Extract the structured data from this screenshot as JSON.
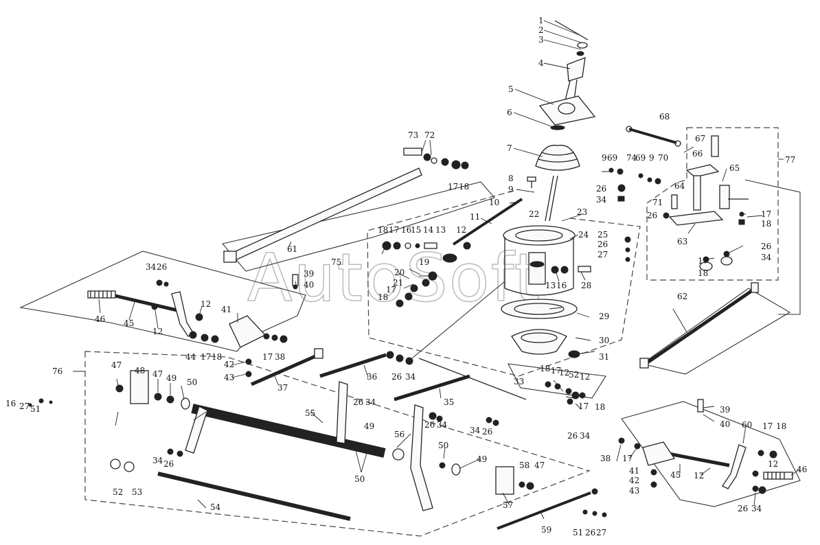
{
  "watermark": "AutoSoft",
  "group_labels": {
    "g75": "75",
    "g76": "76",
    "g77": "77"
  },
  "callouts": [
    {
      "id": "c1",
      "text": "1"
    },
    {
      "id": "c2",
      "text": "2"
    },
    {
      "id": "c3",
      "text": "3"
    },
    {
      "id": "c4",
      "text": "4"
    },
    {
      "id": "c5",
      "text": "5"
    },
    {
      "id": "c6",
      "text": "6"
    },
    {
      "id": "c7",
      "text": "7"
    },
    {
      "id": "c8",
      "text": "8"
    },
    {
      "id": "c9",
      "text": "9"
    },
    {
      "id": "c10",
      "text": "10"
    },
    {
      "id": "c11",
      "text": "11"
    },
    {
      "id": "c12a",
      "text": "12"
    },
    {
      "id": "c13a",
      "text": "13"
    },
    {
      "id": "c14",
      "text": "14"
    },
    {
      "id": "c15",
      "text": "15"
    },
    {
      "id": "c16a",
      "text": "16"
    },
    {
      "id": "c17a",
      "text": "17"
    },
    {
      "id": "c18a",
      "text": "18"
    },
    {
      "id": "c19",
      "text": "19"
    },
    {
      "id": "c20",
      "text": "20"
    },
    {
      "id": "c21",
      "text": "21"
    },
    {
      "id": "c18b",
      "text": "18"
    },
    {
      "id": "c17b",
      "text": "17"
    },
    {
      "id": "c22",
      "text": "22"
    },
    {
      "id": "c23",
      "text": "23"
    },
    {
      "id": "c24",
      "text": "24"
    },
    {
      "id": "c25",
      "text": "25"
    },
    {
      "id": "c26a",
      "text": "26"
    },
    {
      "id": "c27a",
      "text": "27"
    },
    {
      "id": "c13b",
      "text": "13"
    },
    {
      "id": "c16b",
      "text": "16"
    },
    {
      "id": "c28",
      "text": "28"
    },
    {
      "id": "c29",
      "text": "29"
    },
    {
      "id": "c30",
      "text": "30"
    },
    {
      "id": "c31",
      "text": "31"
    },
    {
      "id": "c68",
      "text": "68"
    },
    {
      "id": "c67",
      "text": "67"
    },
    {
      "id": "c66",
      "text": "66"
    },
    {
      "id": "c65",
      "text": "65"
    },
    {
      "id": "c9b",
      "text": "9"
    },
    {
      "id": "c69a",
      "text": "69"
    },
    {
      "id": "c74",
      "text": "74"
    },
    {
      "id": "c69b",
      "text": "69"
    },
    {
      "id": "c9c",
      "text": "9"
    },
    {
      "id": "c70",
      "text": "70"
    },
    {
      "id": "c26b",
      "text": "26"
    },
    {
      "id": "c34a",
      "text": "34"
    },
    {
      "id": "c64",
      "text": "64"
    },
    {
      "id": "c71",
      "text": "71"
    },
    {
      "id": "c26c",
      "text": "26"
    },
    {
      "id": "c17c",
      "text": "17"
    },
    {
      "id": "c18c",
      "text": "18"
    },
    {
      "id": "c63",
      "text": "63"
    },
    {
      "id": "c26d",
      "text": "26"
    },
    {
      "id": "c17d",
      "text": "17"
    },
    {
      "id": "c34b",
      "text": "34"
    },
    {
      "id": "c18d",
      "text": "18"
    },
    {
      "id": "c73",
      "text": "73"
    },
    {
      "id": "c72",
      "text": "72"
    },
    {
      "id": "c17e",
      "text": "17"
    },
    {
      "id": "c18e",
      "text": "18"
    },
    {
      "id": "c61",
      "text": "61"
    },
    {
      "id": "c34c",
      "text": "34"
    },
    {
      "id": "c26e",
      "text": "26"
    },
    {
      "id": "c39a",
      "text": "39"
    },
    {
      "id": "c40a",
      "text": "40"
    },
    {
      "id": "c46a",
      "text": "46"
    },
    {
      "id": "c45a",
      "text": "45"
    },
    {
      "id": "c12b",
      "text": "12"
    },
    {
      "id": "c12c",
      "text": "12"
    },
    {
      "id": "c41a",
      "text": "41"
    },
    {
      "id": "c44",
      "text": "44"
    },
    {
      "id": "c17f",
      "text": "17"
    },
    {
      "id": "c18f",
      "text": "18"
    },
    {
      "id": "c17g",
      "text": "17"
    },
    {
      "id": "c38a",
      "text": "38"
    },
    {
      "id": "c42a",
      "text": "42"
    },
    {
      "id": "c43a",
      "text": "43"
    },
    {
      "id": "c37",
      "text": "37"
    },
    {
      "id": "c36",
      "text": "36"
    },
    {
      "id": "c26f",
      "text": "26"
    },
    {
      "id": "c34d",
      "text": "34"
    },
    {
      "id": "c62",
      "text": "62"
    },
    {
      "id": "c33",
      "text": "33"
    },
    {
      "id": "c18g",
      "text": "18"
    },
    {
      "id": "c17h",
      "text": "17"
    },
    {
      "id": "c12d",
      "text": "12"
    },
    {
      "id": "c52a",
      "text": "52"
    },
    {
      "id": "c12e",
      "text": "12"
    },
    {
      "id": "c17i",
      "text": "17"
    },
    {
      "id": "c18h",
      "text": "18"
    },
    {
      "id": "c26g",
      "text": "26"
    },
    {
      "id": "c34e",
      "text": "34"
    },
    {
      "id": "c35",
      "text": "35"
    },
    {
      "id": "c26h",
      "text": "26"
    },
    {
      "id": "c34f",
      "text": "34"
    },
    {
      "id": "c26i",
      "text": "26"
    },
    {
      "id": "c34g",
      "text": "34"
    },
    {
      "id": "c34h",
      "text": "34"
    },
    {
      "id": "c26j",
      "text": "26"
    },
    {
      "id": "c47a",
      "text": "47"
    },
    {
      "id": "c48",
      "text": "48"
    },
    {
      "id": "c47b",
      "text": "47"
    },
    {
      "id": "c49a",
      "text": "49"
    },
    {
      "id": "c50a",
      "text": "50"
    },
    {
      "id": "c16c",
      "text": "16"
    },
    {
      "id": "c27b",
      "text": "27"
    },
    {
      "id": "c51a",
      "text": "51"
    },
    {
      "id": "c55",
      "text": "55"
    },
    {
      "id": "c49b",
      "text": "49"
    },
    {
      "id": "c56",
      "text": "56"
    },
    {
      "id": "c50b",
      "text": "50"
    },
    {
      "id": "c50c",
      "text": "50"
    },
    {
      "id": "c49c",
      "text": "49"
    },
    {
      "id": "c34i",
      "text": "34"
    },
    {
      "id": "c26k",
      "text": "26"
    },
    {
      "id": "c52b",
      "text": "52"
    },
    {
      "id": "c53",
      "text": "53"
    },
    {
      "id": "c58",
      "text": "58"
    },
    {
      "id": "c47c",
      "text": "47"
    },
    {
      "id": "c57",
      "text": "57"
    },
    {
      "id": "c54",
      "text": "54"
    },
    {
      "id": "c59",
      "text": "59"
    },
    {
      "id": "c51b",
      "text": "51"
    },
    {
      "id": "c26l",
      "text": "26"
    },
    {
      "id": "c27c",
      "text": "27"
    },
    {
      "id": "c39b",
      "text": "39"
    },
    {
      "id": "c40b",
      "text": "40"
    },
    {
      "id": "c60",
      "text": "60"
    },
    {
      "id": "c17j",
      "text": "17"
    },
    {
      "id": "c18i",
      "text": "18"
    },
    {
      "id": "c38b",
      "text": "38"
    },
    {
      "id": "c17k",
      "text": "17"
    },
    {
      "id": "c12f",
      "text": "12"
    },
    {
      "id": "c46b",
      "text": "46"
    },
    {
      "id": "c41b",
      "text": "41"
    },
    {
      "id": "c42b",
      "text": "42"
    },
    {
      "id": "c43b",
      "text": "43"
    },
    {
      "id": "c45b",
      "text": "45"
    },
    {
      "id": "c12g",
      "text": "12"
    },
    {
      "id": "c26m",
      "text": "26"
    },
    {
      "id": "c34j",
      "text": "34"
    }
  ]
}
